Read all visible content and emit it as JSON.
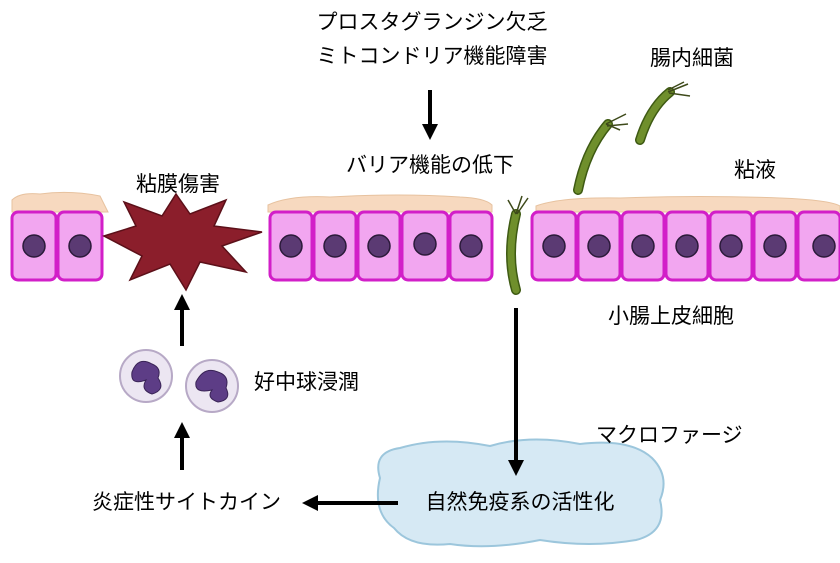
{
  "labels": {
    "prostaglandin_line1": "プロスタグランジン欠乏",
    "prostaglandin_line2": "ミトコンドリア機能障害",
    "gut_bacteria": "腸内細菌",
    "barrier_decline": "バリア機能の低下",
    "mucus": "粘液",
    "mucosal_damage": "粘膜傷害",
    "epithelial_cells": "小腸上皮細胞",
    "neutrophil_infiltration": "好中球浸潤",
    "macrophage": "マクロファージ",
    "innate_immunity": "自然免疫系の活性化",
    "cytokines": "炎症性サイトカイン"
  },
  "colors": {
    "cell_fill": "#f2a6f0",
    "cell_border": "#d21fc8",
    "nucleus": "#5b3a73",
    "mucus": "#f7d9bf",
    "damage": "#8b1e2b",
    "bacteria": "#6f8f2c",
    "macrophage_fill": "#d6e9f4",
    "macrophage_border": "#9cc6dc",
    "neutrophil_fill": "#ece6f2",
    "neutrophil_nucleus": "#5d3d86"
  },
  "icons": [
    "arrow-down-icon",
    "arrow-up-icon",
    "arrow-left-icon",
    "bacterium-icon",
    "neutrophil-icon",
    "damage-burst-icon"
  ]
}
